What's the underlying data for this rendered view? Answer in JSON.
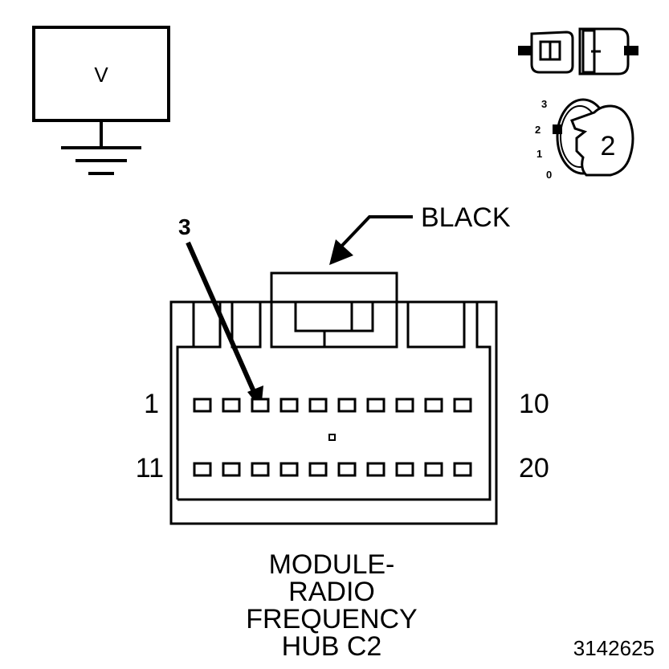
{
  "voltmeter": {
    "symbol": "V"
  },
  "ignition": {
    "positions": [
      "3",
      "2",
      "1",
      "0"
    ],
    "key_position": "2"
  },
  "connector": {
    "color_label": "BLACK",
    "callout_pin": "3",
    "row1_start": "1",
    "row1_end": "10",
    "row2_start": "11",
    "row2_end": "20"
  },
  "title": {
    "lines": [
      "MODULE-",
      "RADIO",
      "FREQUENCY",
      "HUB C2"
    ]
  },
  "figure_number": "3142625",
  "colors": {
    "line": "#000000",
    "background": "#ffffff"
  }
}
